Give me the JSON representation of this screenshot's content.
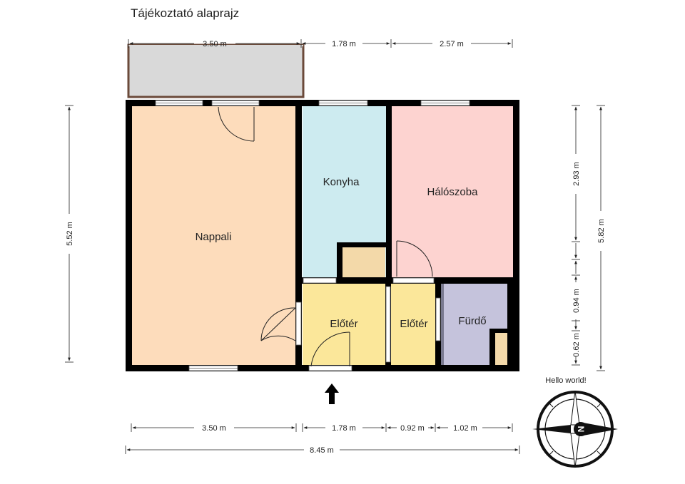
{
  "title": "Tájékoztató alaprajz",
  "rooms": {
    "nappali": "Nappali",
    "konyha": "Konyha",
    "haloszoba": "Hálószoba",
    "eloter1": "Előtér",
    "eloter2": "Előtér",
    "furdo": "Fürdő"
  },
  "dimensions": {
    "top_balcony": "3.50 m",
    "top_kitchen": "1.78 m",
    "top_bedroom": "2.57 m",
    "bottom_living": "3.50 m",
    "bottom_hall": "1.78 m",
    "bottom_hall2": "0.92 m",
    "bottom_bath": "1.02 m",
    "bottom_total": "8.45 m",
    "left_height": "5.52 m",
    "right_upper": "2.93 m",
    "right_mid": "0.94 m",
    "right_low": "0.62 m",
    "right_total": "5.82 m"
  },
  "compass": {
    "label": "Hello world!",
    "letter": "N"
  },
  "colors": {
    "nappali": "#fddcbb",
    "konyha": "#cdebf0",
    "haloszoba": "#fdd3d0",
    "eloter": "#fbe79a",
    "furdo": "#c5c3dc",
    "storage": "#f3d9a9",
    "balcony": "#d9d9d9",
    "wall": "#000000"
  }
}
